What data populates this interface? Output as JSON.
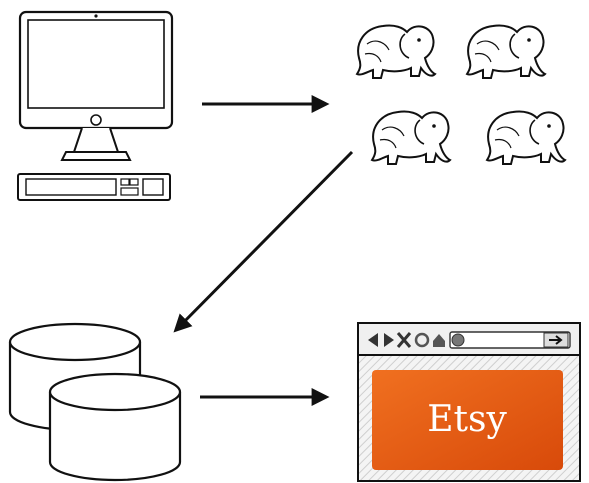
{
  "nodes": {
    "computer": {
      "icon": "desktop-computer-icon"
    },
    "cluster": {
      "icon": "hadoop-elephant-icon",
      "elephant_count": 4
    },
    "database": {
      "icon": "database-icon",
      "cylinder_count": 2
    },
    "browser": {
      "icon": "browser-window-icon",
      "content_label": "Etsy",
      "brand_color": "#e45a11"
    }
  },
  "edges": [
    {
      "from": "computer",
      "to": "cluster"
    },
    {
      "from": "cluster",
      "to": "database"
    },
    {
      "from": "database",
      "to": "browser"
    }
  ],
  "colors": {
    "stroke": "#111111",
    "fill": "#ffffff",
    "brand": "#e45a11",
    "brand_light": "#f07020"
  }
}
